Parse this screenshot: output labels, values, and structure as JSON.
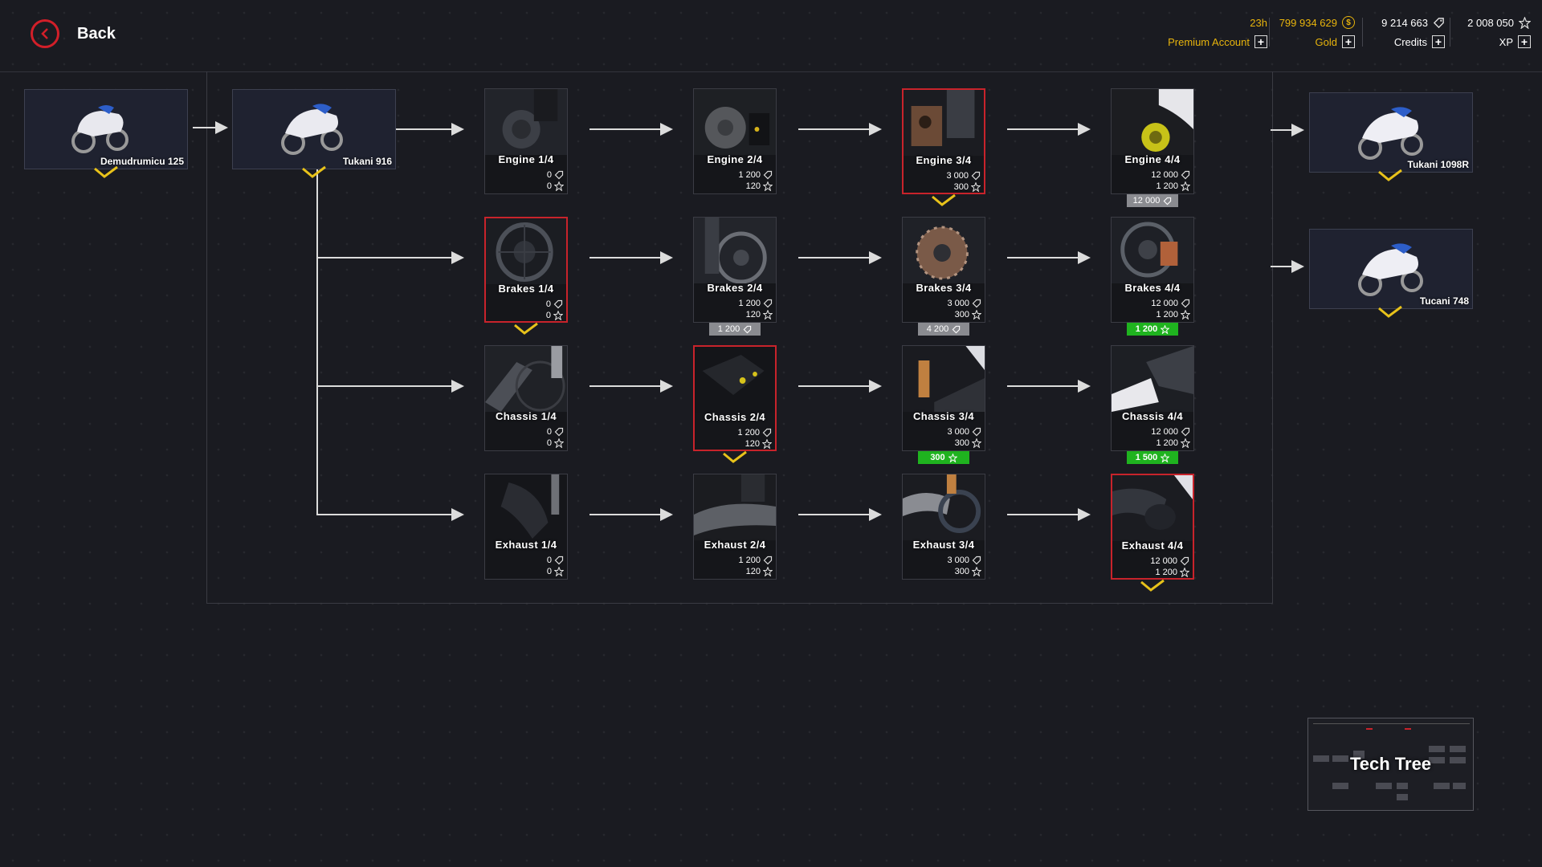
{
  "header": {
    "back_label": "Back",
    "premium": {
      "time": "23h",
      "label": "Premium Account"
    },
    "gold": {
      "value": "799 934 629",
      "label": "Gold"
    },
    "credits": {
      "value": "9 214 663",
      "label": "Credits"
    },
    "xp": {
      "value": "2 008 050",
      "label": "XP"
    }
  },
  "bikes": {
    "demudrumicu": "Demudrumicu 125",
    "tukani916": "Tukani 916",
    "tukani1098r": "Tukani 1098R",
    "tucani748": "Tucani 748"
  },
  "upgrades": {
    "engine": [
      {
        "title": "Engine 1/4",
        "credits": "0",
        "xp": "0"
      },
      {
        "title": "Engine 2/4",
        "credits": "1 200",
        "xp": "120"
      },
      {
        "title": "Engine 3/4",
        "credits": "3 000",
        "xp": "300"
      },
      {
        "title": "Engine 4/4",
        "credits": "12 000",
        "xp": "1 200",
        "badge": "12 000"
      }
    ],
    "brakes": [
      {
        "title": "Brakes 1/4",
        "credits": "0",
        "xp": "0"
      },
      {
        "title": "Brakes 2/4",
        "credits": "1 200",
        "xp": "120",
        "badge": "1 200"
      },
      {
        "title": "Brakes 3/4",
        "credits": "3 000",
        "xp": "300",
        "badge": "4 200"
      },
      {
        "title": "Brakes 4/4",
        "credits": "12 000",
        "xp": "1 200",
        "badge": "1 200"
      }
    ],
    "chassis": [
      {
        "title": "Chassis 1/4",
        "credits": "0",
        "xp": "0"
      },
      {
        "title": "Chassis 2/4",
        "credits": "1 200",
        "xp": "120"
      },
      {
        "title": "Chassis 3/4",
        "credits": "3 000",
        "xp": "300",
        "badge": "300"
      },
      {
        "title": "Chassis 4/4",
        "credits": "12 000",
        "xp": "1 200",
        "badge": "1 500"
      }
    ],
    "exhaust": [
      {
        "title": "Exhaust 1/4",
        "credits": "0",
        "xp": "0"
      },
      {
        "title": "Exhaust 2/4",
        "credits": "1 200",
        "xp": "120"
      },
      {
        "title": "Exhaust 3/4",
        "credits": "3 000",
        "xp": "300"
      },
      {
        "title": "Exhaust 4/4",
        "credits": "12 000",
        "xp": "1 200"
      }
    ]
  },
  "minimap": {
    "title": "Tech Tree"
  },
  "colors": {
    "accent_red": "#c8232b",
    "check_yellow": "#e8c21a",
    "badge_green": "#1fb31f",
    "badge_grey": "#8a8b90",
    "gold": "#e8b40c"
  }
}
